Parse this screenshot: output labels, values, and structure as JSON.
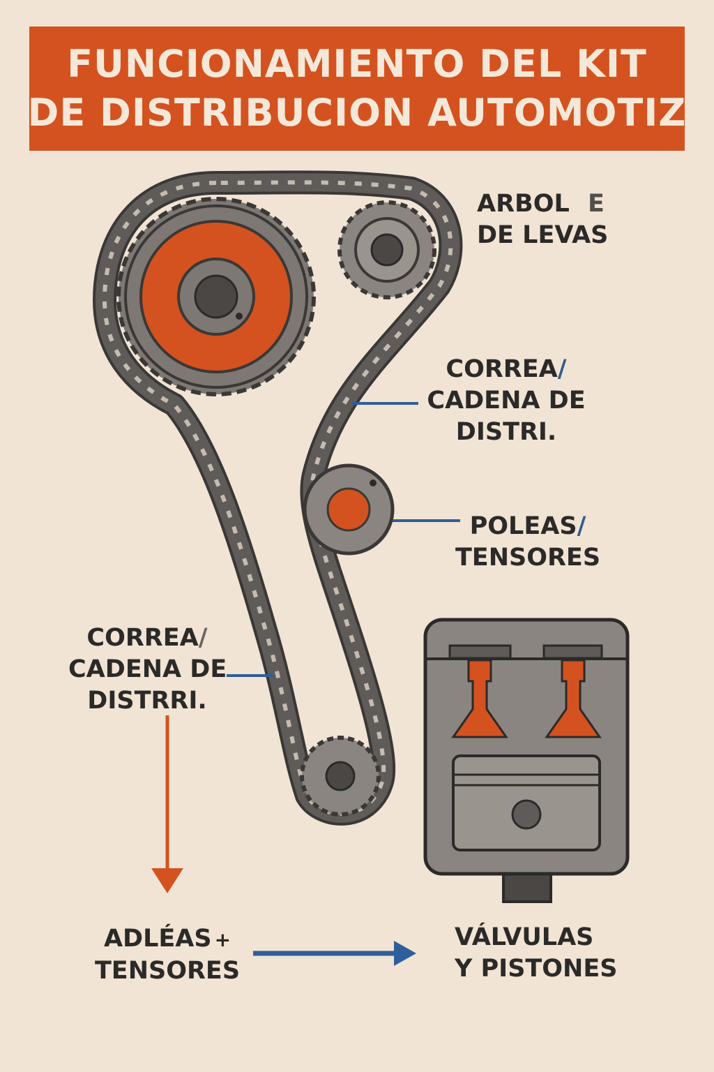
{
  "title": {
    "line1": "FUNCIONAMIENTO DEL KIT",
    "line2": "DE DISTRIBUCION AUTOMOTIZ"
  },
  "labels": {
    "camshaft": {
      "line1": "ARBOL",
      "extra": "E",
      "line2": "DE LEVAS"
    },
    "belt_right": {
      "line1": "CORREA",
      "slash": "/",
      "line2": "CADENA DE",
      "line3": "DISTRI."
    },
    "pulleys": {
      "line1": "POLEAS",
      "slash": "/",
      "line2": "TENSORES"
    },
    "belt_left": {
      "line1": "CORREA",
      "slash": "/",
      "line2": "CADENA DE",
      "line3": "DISTRRI."
    },
    "bottom_left": {
      "line1": "ADLÉAS",
      "plus": "+",
      "line2": "TENSORES"
    },
    "bottom_right": {
      "line1": "VÁLVULAS",
      "line2": "Y PISTONES"
    }
  },
  "colors": {
    "background": "#f1e4d5",
    "accent": "#d4521f",
    "blue": "#2f5f9a",
    "gray": "#7d7873",
    "dark": "#3a3836"
  }
}
